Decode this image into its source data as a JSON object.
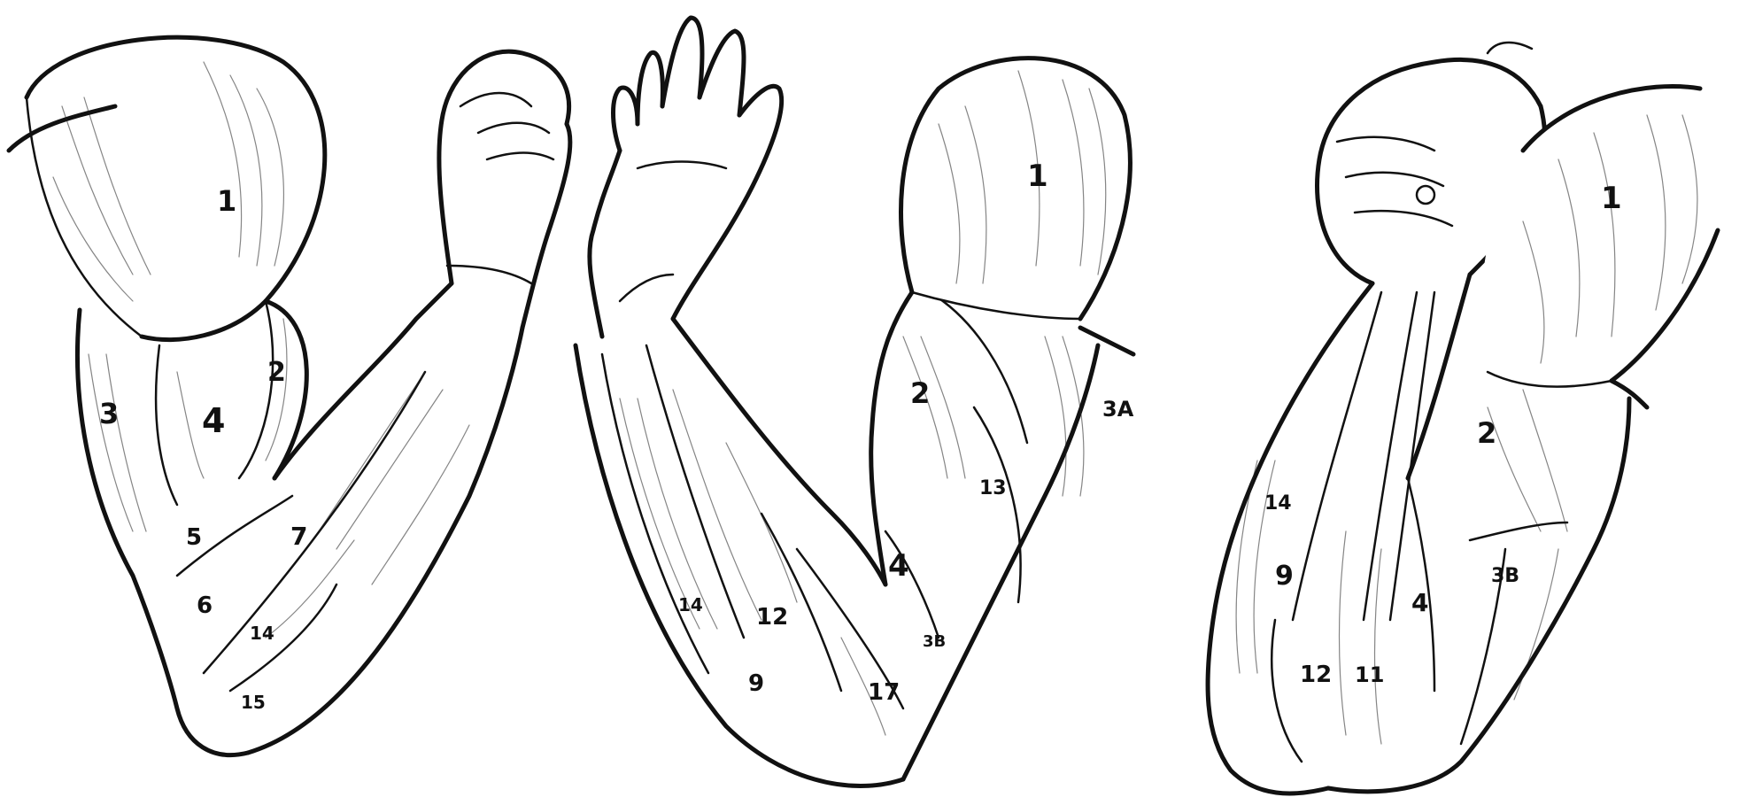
{
  "figures": [
    {
      "id": "arm-left",
      "labels": [
        "1",
        "2",
        "3",
        "4",
        "5",
        "6",
        "7",
        "14",
        "15"
      ]
    },
    {
      "id": "arm-middle",
      "labels": [
        "1",
        "2",
        "3A",
        "13",
        "4",
        "3B",
        "17",
        "12",
        "9",
        "14"
      ]
    },
    {
      "id": "arm-right",
      "labels": [
        "1",
        "2",
        "3B",
        "4",
        "14",
        "9",
        "12",
        "11"
      ]
    }
  ],
  "colors": {
    "ink": "#111111",
    "paper": "#ffffff"
  }
}
